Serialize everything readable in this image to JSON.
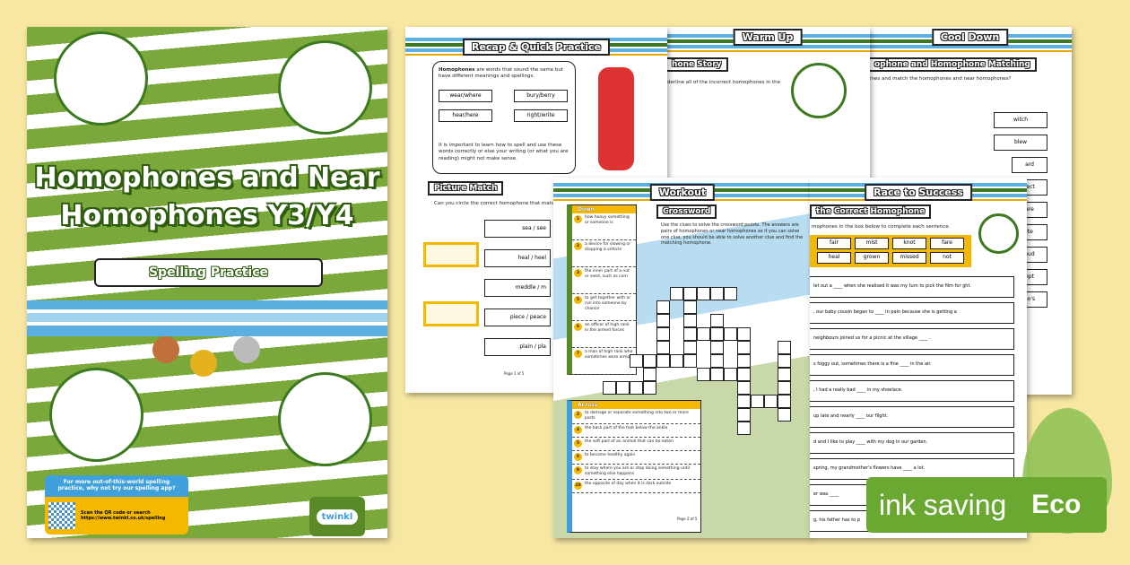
{
  "cover": {
    "title": "Homophones and Near Homophones Y3/Y4",
    "subtitle": "Spelling Practice",
    "promo_heading": "For more out-of-this-world spelling practice, why not try our spelling app?",
    "promo_text": "Scan the QR code or search https://www.twinkl.co.uk/spelling",
    "logo": "twinkl"
  },
  "recap": {
    "title": "Recap & Quick Practice",
    "definition_bold": "Homophones",
    "definition": " are words that sound the same but have different meanings and spellings.",
    "pairs": [
      "wear/where",
      "bury/berry",
      "hear/here",
      "right/write"
    ],
    "note": "It is important to learn how to spell and use these words correctly or else your writing (or what you are reading) might not make sense.",
    "section": "Picture Match",
    "instruction": "Can you circle the correct homophone that matc",
    "options": [
      "sea / see",
      "heal / heel",
      "meddle / m",
      "piece / peace",
      "plain / pla"
    ],
    "footer": "Page 1 of 5"
  },
  "warmup": {
    "title": "Warm Up",
    "section": "hone Story",
    "instruction": "derline all of the incorrect homophones in the"
  },
  "cooldown": {
    "title": "Cool Down",
    "section": "ophone and Homophone Matching",
    "instruction": "ines and match the homophones and near homophones?",
    "words": [
      "witch",
      "blew",
      "ard",
      "fect",
      "are",
      "ite",
      "oud",
      "ept",
      "no's"
    ]
  },
  "workout": {
    "title": "Workout",
    "section": "Crossword",
    "instruction": "Use the clues to solve the crossword puzzle. The answers are pairs of homophones or near homophones so if you can solve one clue, you should be able to solve another clue and find the matching homophone.",
    "down_label": "Down",
    "down": [
      {
        "n": "1",
        "c": "how heavy something or someone is"
      },
      {
        "n": "2",
        "c": "a device for slowing or stopping a vehicle"
      },
      {
        "n": "3",
        "c": "the inner part of a nut or seed, such as corn"
      },
      {
        "n": "5",
        "c": "to get together with or run into someone by chance"
      },
      {
        "n": "6",
        "c": "an officer of high rank in the armed forces"
      },
      {
        "n": "7",
        "c": "a man of high rank who sometimes wore armour"
      }
    ],
    "across_label": "Across",
    "across": [
      {
        "n": "2",
        "c": "to damage or separate something into two or more parts"
      },
      {
        "n": "4",
        "c": "the back part of the foot below the ankle"
      },
      {
        "n": "5",
        "c": "the soft part of an animal that can be eaten"
      },
      {
        "n": "8",
        "c": "to become healthy again"
      },
      {
        "n": "9",
        "c": "to stay where you are or stop doing something until something else happens"
      },
      {
        "n": "10",
        "c": "the opposite of day when it is dark outside"
      }
    ],
    "footer": "Page 2 of 5"
  },
  "race": {
    "title": "Race to Success",
    "section": "the Correct Homophone",
    "instruction": "mophones in the box below to complete each sentence.",
    "words": [
      "fair",
      "mist",
      "knot",
      "fare",
      "heal",
      "grown",
      "missed",
      "not"
    ],
    "sentences": [
      "let out a ____ when she realised it was my turn to pick the film for ght.",
      ", our baby cousin began to ____ in pain because she is getting a",
      "neighbours joined us for a picnic at the village ____ .",
      "s foggy out, sometimes there is a fine ____ in the air.",
      ", I had a really bad ____ in my shoelace.",
      "up late and nearly ____ our flight.",
      "d and I like to play ____ with my dog in our garden.",
      "spring, my grandmother's flowers have ____ a lot.",
      "er was ____",
      "g, his father has to p"
    ]
  },
  "badge": {
    "text": "ink saving",
    "eco": "Eco"
  },
  "colors": {
    "background": "#f7e7a3",
    "green": "#3b7a1e",
    "blue": "#5ab0e0",
    "gold": "#e8a800",
    "eco": "#6aa832"
  }
}
